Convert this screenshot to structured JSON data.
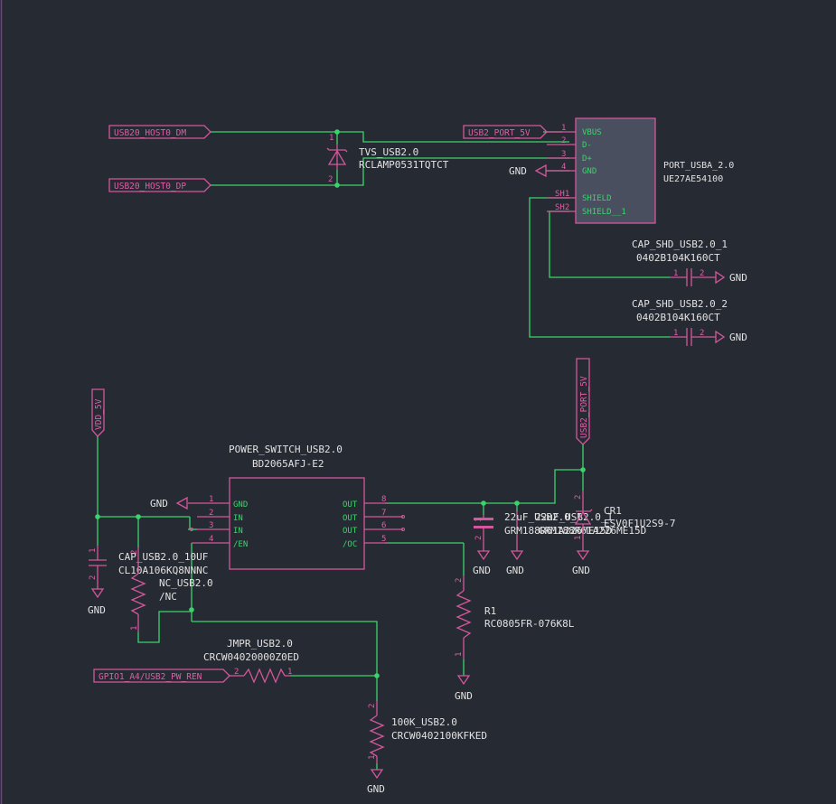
{
  "colors": {
    "background": "#262a33",
    "wire": "#3cd36c",
    "symbol": "#d4579c",
    "text": "#e2e2e2",
    "body_fill": "#4a4f60"
  },
  "net_labels": {
    "usb20_host0_dm": "USB20_HOST0_DM",
    "usb20_host0_dp": "USB20_HOST0_DP",
    "usb2_port_5v_top": "USB2_PORT_5V",
    "usb2_port_5v_vert": "USB2_PORT_5V",
    "vdd_5v": "VDD_5V",
    "gpio": "GPIO1_A4/USB2_PW_REN"
  },
  "gnd": "GND",
  "tvs": {
    "ref": "TVS_USB2.0",
    "value": "RCLAMP0531TQTCT",
    "pin1": "1",
    "pin2": "2"
  },
  "port": {
    "ref": "PORT_USBA_2.0",
    "value": "UE27AE54100",
    "pins": [
      {
        "num": "1",
        "name": "VBUS"
      },
      {
        "num": "2",
        "name": "D-"
      },
      {
        "num": "3",
        "name": "D+"
      },
      {
        "num": "4",
        "name": "GND"
      },
      {
        "num": "SH1",
        "name": "SHIELD"
      },
      {
        "num": "SH2",
        "name": "SHIELD__1"
      }
    ]
  },
  "cap_shd1": {
    "ref": "CAP_SHD_USB2.0_1",
    "value": "0402B104K160CT",
    "pin1": "1",
    "pin2": "2"
  },
  "cap_shd2": {
    "ref": "CAP_SHD_USB2.0_2",
    "value": "0402B104K160CT",
    "pin1": "1",
    "pin2": "2"
  },
  "power_switch": {
    "ref": "POWER_SWITCH_USB2.0",
    "value": "BD2065AFJ-E2",
    "left_pins": [
      {
        "num": "1",
        "name": "GND"
      },
      {
        "num": "2",
        "name": "IN"
      },
      {
        "num": "3",
        "name": "IN"
      },
      {
        "num": "4",
        "name": "/EN"
      }
    ],
    "right_pins": [
      {
        "num": "8",
        "name": "OUT"
      },
      {
        "num": "7",
        "name": "OUT"
      },
      {
        "num": "6",
        "name": "OUT"
      },
      {
        "num": "5",
        "name": "/OC"
      }
    ]
  },
  "cap_usb_10uf": {
    "ref": "CAP_USB2.0_10UF",
    "value": "CL10A106KQ8NNNC",
    "pin1": "1",
    "pin2": "2"
  },
  "nc_usb": {
    "ref": "NC_USB2.0",
    "value": "/NC",
    "pin1": "1",
    "pin2": "2"
  },
  "jmpr": {
    "ref": "JMPR_USB2.0",
    "value": "CRCW04020000Z0ED",
    "pin1": "1",
    "pin2": "2"
  },
  "r100k": {
    "ref": "100K_USB2.0",
    "value": "CRCW0402100KFKED",
    "pin1": "1",
    "pin2": "2"
  },
  "r1": {
    "ref": "R1",
    "value": "RC0805FR-076K8L",
    "pin1": "1",
    "pin2": "2"
  },
  "cap22": {
    "ref_overlap": "22uF_USB2.0_1",
    "value_overlap": "GRM188R61A226ME15D",
    "pin1": "1",
    "pin2": "2"
  },
  "cr1": {
    "ref": "CR1",
    "value": "ESV0F1U2S9-7",
    "pin1": "1",
    "pin2": "2"
  }
}
